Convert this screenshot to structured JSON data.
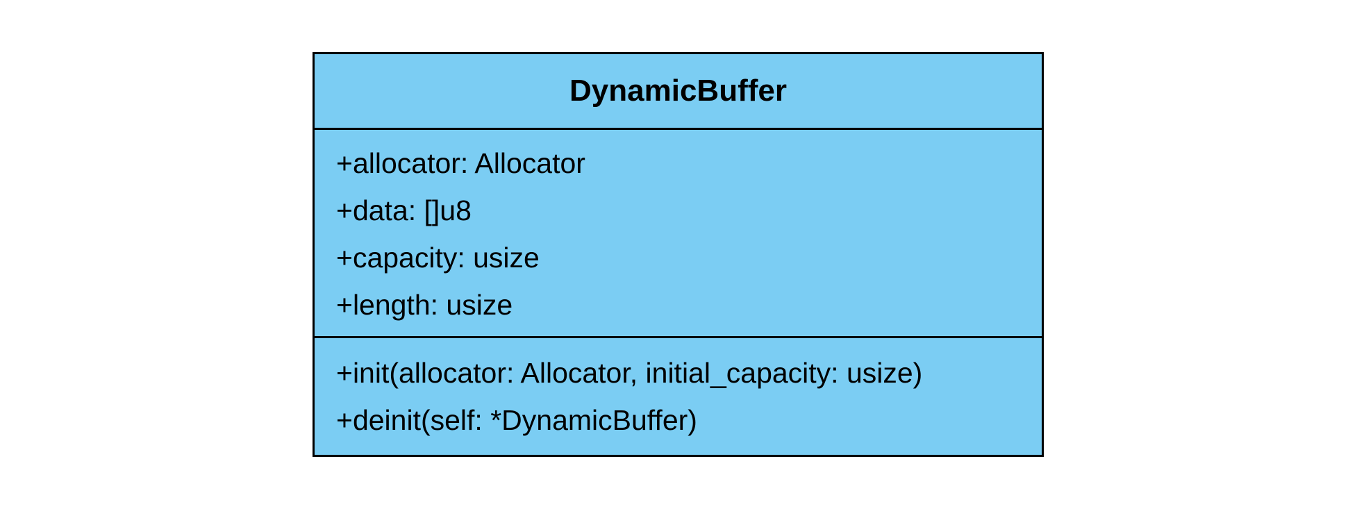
{
  "class": {
    "name": "DynamicBuffer",
    "attributes": [
      "+allocator: Allocator",
      "+data: []u8",
      "+capacity: usize",
      "+length: usize"
    ],
    "operations": [
      "+init(allocator: Allocator, initial_capacity: usize)",
      "+deinit(self: *DynamicBuffer)"
    ],
    "colors": {
      "fill": "#7bcdf3",
      "border": "#000000",
      "text": "#000000"
    }
  }
}
